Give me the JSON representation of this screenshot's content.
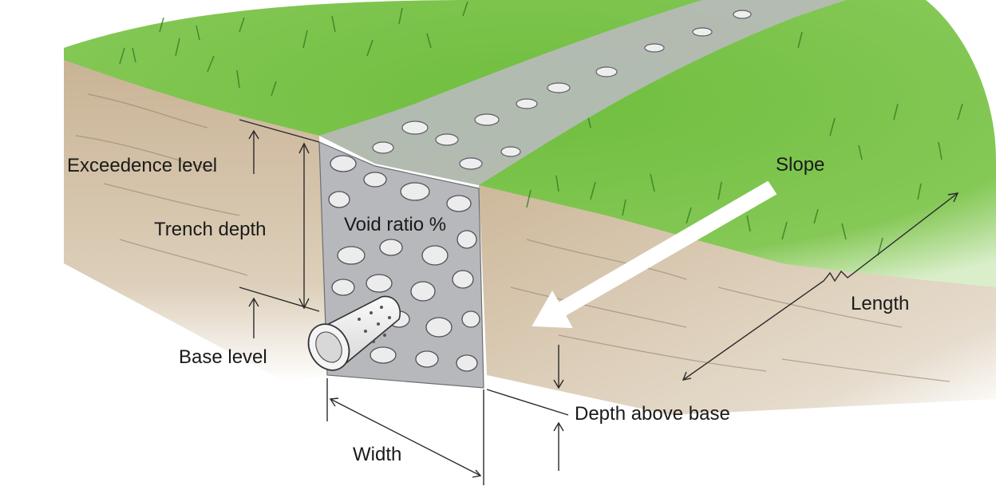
{
  "diagram": {
    "labels": {
      "exceedence_level": "Exceedence level",
      "trench_depth": "Trench depth",
      "void_ratio": "Void ratio %",
      "slope": "Slope",
      "length": "Length",
      "base_level": "Base level",
      "depth_above_base": "Depth above base",
      "width": "Width"
    },
    "colors": {
      "grass": "#79c24a",
      "grass_dark": "#3f8a2a",
      "soil": "#cdb89a",
      "soil_light": "#e3d6c2",
      "gravel": "#a9a9ad",
      "stone_fill": "#e9eaec",
      "stone_outline": "#55585e",
      "line": "#2a2a2a"
    }
  }
}
